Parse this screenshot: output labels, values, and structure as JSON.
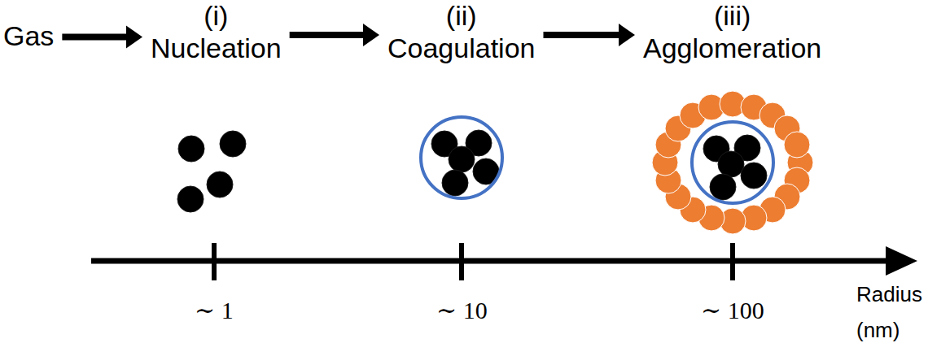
{
  "diagram": {
    "nodes": [
      {
        "text": [
          "Gas"
        ]
      },
      {
        "text": [
          "(i)",
          "Nucleation"
        ]
      },
      {
        "text": [
          "(ii)",
          "Coagulation"
        ]
      },
      {
        "text": [
          "(iii)",
          "Agglomeration"
        ]
      }
    ],
    "edges": [
      {
        "from": 0,
        "to": 1,
        "arrow": "to"
      },
      {
        "from": 1,
        "to": 2,
        "arrow": "to"
      },
      {
        "from": 2,
        "to": 3,
        "arrow": "to"
      }
    ],
    "labels": [
      "∼ 1",
      "∼ 10",
      "∼ 100",
      "Radius (nm)"
    ]
  }
}
